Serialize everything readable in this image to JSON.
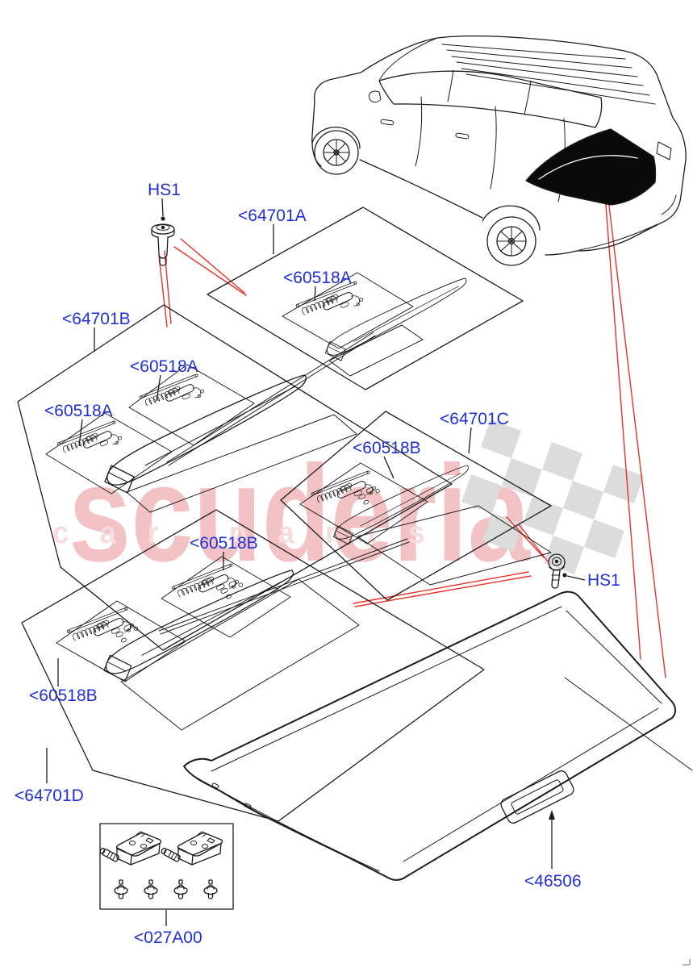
{
  "document": {
    "type": "vehicle parts exploded diagram",
    "subject": "Load compartment cover / parcel shelf assembly with hinge kits and brackets"
  },
  "watermark": {
    "brand": "scuderia",
    "tagline": "car parts"
  },
  "colors": {
    "label_blue": "#2130d6",
    "leader_red": "#e8312a",
    "ink": "#1c1c1c",
    "watermark_pink": "#f2c2c5",
    "watermark_pink_light": "#f7dcdd",
    "checker_gray": "#dcdcdc",
    "cargo_fill": "#0a0a0a"
  },
  "labels": [
    {
      "id": "hs1-top",
      "text": "HS1"
    },
    {
      "id": "64701a",
      "text": "<64701A"
    },
    {
      "id": "60518a-a",
      "text": "<60518A"
    },
    {
      "id": "64701b",
      "text": "<64701B"
    },
    {
      "id": "60518a-b1",
      "text": "<60518A"
    },
    {
      "id": "60518a-b2",
      "text": "<60518A"
    },
    {
      "id": "64701c",
      "text": "<64701C"
    },
    {
      "id": "60518b-c",
      "text": "<60518B"
    },
    {
      "id": "60518b-d1",
      "text": "<60518B"
    },
    {
      "id": "60518b-d2",
      "text": "<60518B"
    },
    {
      "id": "64701d",
      "text": "<64701D"
    },
    {
      "id": "46506",
      "text": "<46506"
    },
    {
      "id": "027a00",
      "text": "<027A00"
    },
    {
      "id": "hs1-right",
      "text": "HS1"
    }
  ]
}
